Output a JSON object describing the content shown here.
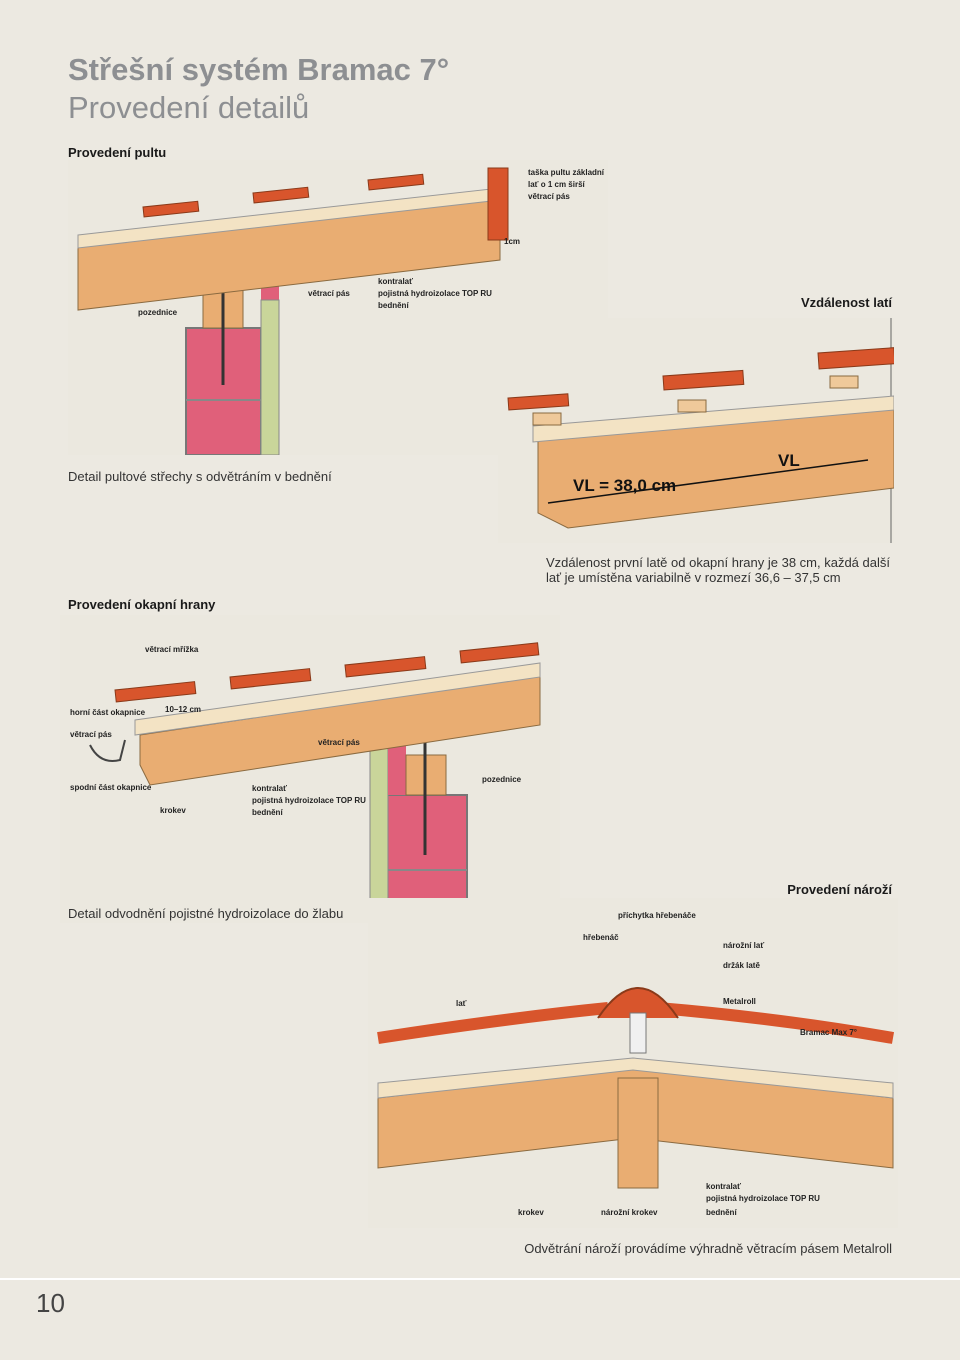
{
  "title": "Střešní systém Bramac 7°",
  "subtitle": "Provedení detailů",
  "sections": {
    "pult": {
      "heading": "Provedení pultu",
      "caption": "Detail pultové střechy s odvětráním v bednění",
      "labels": [
        "taška pultu základní",
        "lať o 1 cm širší",
        "větrací pás",
        "1cm",
        "pozednice",
        "větrací pás",
        "kontralať",
        "pojistná hydroizolace TOP RU",
        "bednění"
      ]
    },
    "lati": {
      "heading": "Vzdálenost latí",
      "vl1": "VL = 38,0 cm",
      "vl2": "VL",
      "caption_line1": "Vzdálenost první latě od okapní hrany je 38 cm, každá další",
      "caption_line2": "lať je umístěna variabilně v rozmezí 36,6 – 37,5 cm"
    },
    "okap": {
      "heading": "Provedení okapní hrany",
      "caption": "Detail odvodnění pojistné hydroizolace do žlabu",
      "labels": [
        "větrací mřížka",
        "horní část okapnice",
        "větrací pás",
        "10–12 cm",
        "větrací pás",
        "spodní část okapnice",
        "krokev",
        "kontralať",
        "pojistná hydroizolace TOP RU",
        "bednění",
        "pozednice"
      ]
    },
    "narozi": {
      "heading": "Provedení nároží",
      "caption": "Odvětrání nároží provádíme výhradně větracím pásem Metalroll",
      "labels": [
        "příchytka hřebenáče",
        "hřebenáč",
        "nárožní lať",
        "držák latě",
        "Metalroll",
        "lať",
        "Bramac Max 7°",
        "krokev",
        "nárožní krokev",
        "kontralať",
        "pojistná hydroizolace TOP RU",
        "bednění"
      ]
    }
  },
  "page_number": "10",
  "colors": {
    "tile": "#d8552c",
    "wood": "#e9ad72",
    "batten": "#efc99a",
    "brick": "#e0607a",
    "insulation": "#c9d59a",
    "background": "#ece9e1",
    "title_gray": "#8d8f92"
  }
}
